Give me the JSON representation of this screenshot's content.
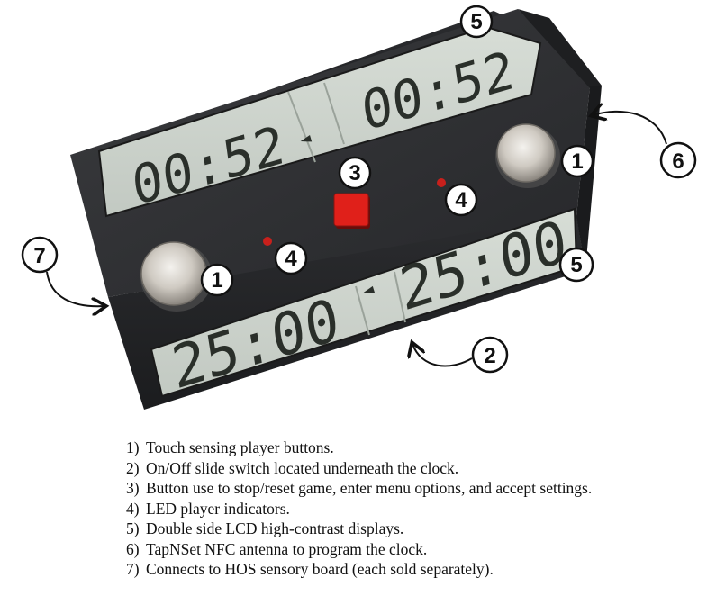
{
  "clock": {
    "back_left_display": "00:52",
    "back_right_display": "00:52",
    "front_left_display": "25:00",
    "front_right_display": "25:00",
    "back_center_indicator": "◄",
    "front_center_indicator": "◄"
  },
  "callouts": [
    {
      "id": "5-top",
      "label": "5"
    },
    {
      "id": "1-right",
      "label": "1"
    },
    {
      "id": "6",
      "label": "6"
    },
    {
      "id": "3",
      "label": "3"
    },
    {
      "id": "4-right",
      "label": "4"
    },
    {
      "id": "7",
      "label": "7"
    },
    {
      "id": "4-left",
      "label": "4"
    },
    {
      "id": "1-left",
      "label": "1"
    },
    {
      "id": "5-bottom",
      "label": "5"
    },
    {
      "id": "2",
      "label": "2"
    }
  ],
  "legend": [
    {
      "num": "1)",
      "text": "Touch sensing player buttons."
    },
    {
      "num": "2)",
      "text": "On/Off slide switch located underneath the clock."
    },
    {
      "num": "3)",
      "text": "Button use to stop/reset game, enter menu options, and accept settings."
    },
    {
      "num": "4)",
      "text": "LED player indicators."
    },
    {
      "num": "5)",
      "text": "Double side LCD high-contrast displays."
    },
    {
      "num": "6)",
      "text": "TapNSet NFC antenna to program the clock."
    },
    {
      "num": "7)",
      "text": "Connects to HOS sensory board (each sold separately)."
    }
  ],
  "colors": {
    "body": "#2e2f31",
    "lcd": "#cfd6cf",
    "reset_button": "#e0201a",
    "led": "#c8201c",
    "metal_button": "#d6d2cc"
  }
}
